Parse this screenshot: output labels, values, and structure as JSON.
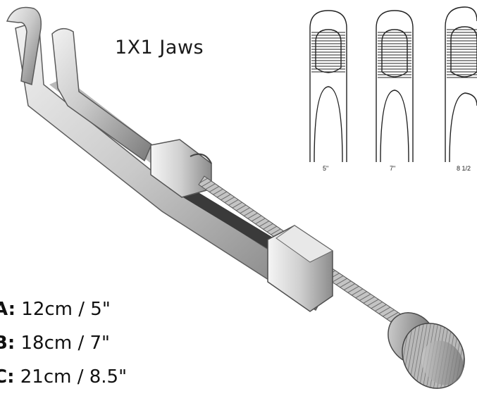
{
  "title": "1X1 Jaws",
  "jaw_sizes": [
    "5\"",
    "7\"",
    "8 1/2"
  ],
  "specs": [
    {
      "letter": "A:",
      "value": "12cm / 5\""
    },
    {
      "letter": "B:",
      "value": "18cm / 7\""
    },
    {
      "letter": "C:",
      "value": "21cm / 8.5\""
    }
  ],
  "colors": {
    "metal_light": "#e6e6e6",
    "metal_mid": "#b8b8b8",
    "metal_dark": "#6e6e6e",
    "ink": "#222222"
  }
}
